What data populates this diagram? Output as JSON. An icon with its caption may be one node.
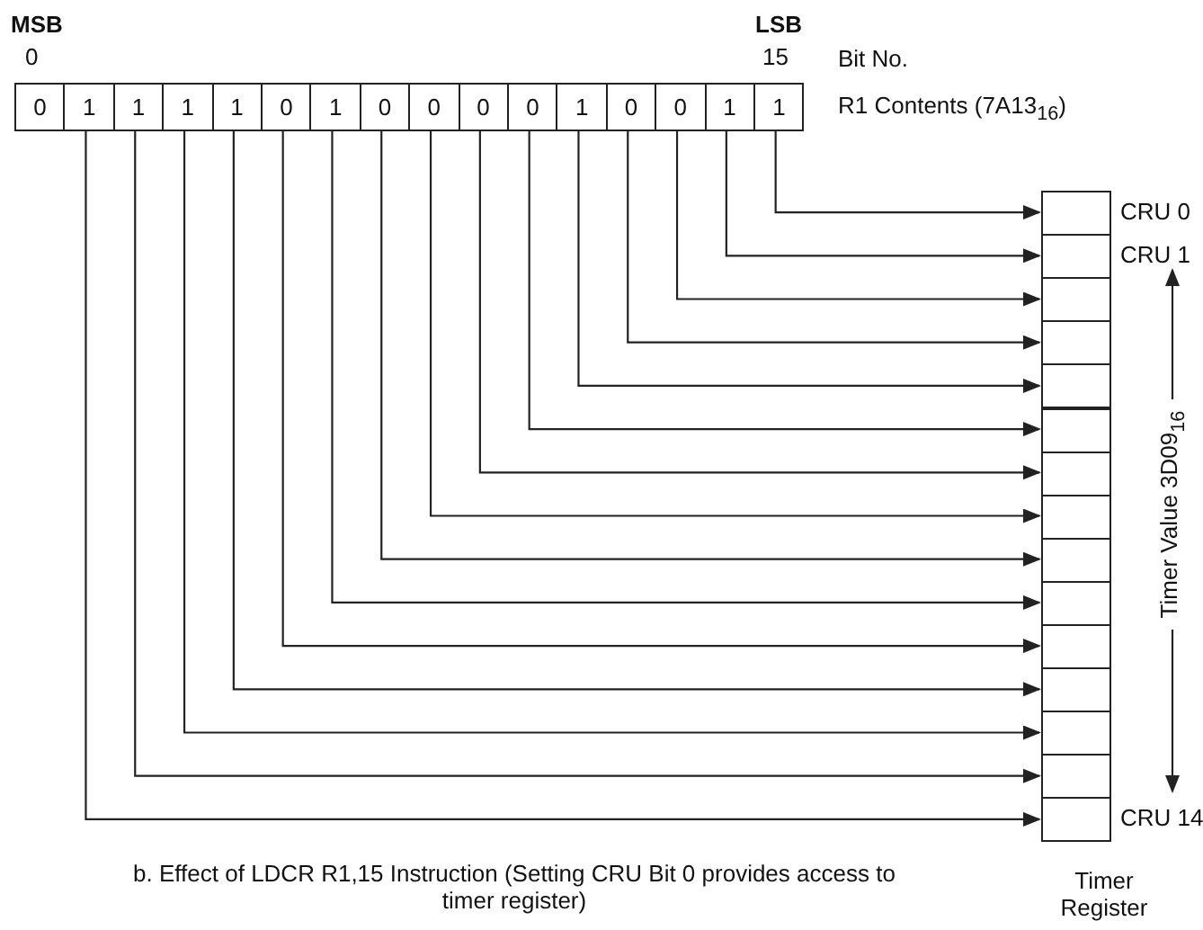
{
  "diagram": {
    "caption": "b. Effect of LDCR R1,15 Instruction (Setting CRU Bit 0 provides access to timer register)",
    "nodes": [
      {
        "text": [
          "0"
        ]
      },
      {
        "text": [
          "1"
        ]
      },
      {
        "text": [
          "1"
        ]
      },
      {
        "text": [
          "1"
        ]
      },
      {
        "text": [
          "1"
        ]
      },
      {
        "text": [
          "0"
        ]
      },
      {
        "text": [
          "1"
        ]
      },
      {
        "text": [
          "0"
        ]
      },
      {
        "text": [
          "0"
        ]
      },
      {
        "text": [
          "0"
        ]
      },
      {
        "text": [
          "0"
        ]
      },
      {
        "text": [
          "1"
        ]
      },
      {
        "text": [
          "0"
        ]
      },
      {
        "text": [
          "0"
        ]
      },
      {
        "text": [
          "1"
        ]
      },
      {
        "text": [
          "1"
        ]
      },
      {
        "text": [],
        "shape": "box",
        "beside": [
          "CRU 0"
        ]
      },
      {
        "text": [],
        "shape": "box",
        "beside": [
          "CRU 1"
        ]
      },
      {
        "text": [],
        "shape": "box"
      },
      {
        "text": [],
        "shape": "box"
      },
      {
        "text": [],
        "shape": "box"
      },
      {
        "text": [],
        "shape": "box"
      },
      {
        "text": [],
        "shape": "box"
      },
      {
        "text": [],
        "shape": "box"
      },
      {
        "text": [],
        "shape": "box"
      },
      {
        "text": [],
        "shape": "box"
      },
      {
        "text": [],
        "shape": "box"
      },
      {
        "text": [],
        "shape": "box"
      },
      {
        "text": [],
        "shape": "box"
      },
      {
        "text": [],
        "shape": "box"
      },
      {
        "text": [],
        "shape": "box",
        "beside": [
          "CRU 14"
        ]
      }
    ],
    "edges": [
      {
        "from": 15,
        "to": 16,
        "arrow": "to"
      },
      {
        "from": 14,
        "to": 17,
        "arrow": "to"
      },
      {
        "from": 13,
        "to": 18,
        "arrow": "to"
      },
      {
        "from": 12,
        "to": 19,
        "arrow": "to"
      },
      {
        "from": 11,
        "to": 20,
        "arrow": "to"
      },
      {
        "from": 10,
        "to": 21,
        "arrow": "to"
      },
      {
        "from": 9,
        "to": 22,
        "arrow": "to"
      },
      {
        "from": 8,
        "to": 23,
        "arrow": "to"
      },
      {
        "from": 7,
        "to": 24,
        "arrow": "to"
      },
      {
        "from": 6,
        "to": 25,
        "arrow": "to"
      },
      {
        "from": 5,
        "to": 26,
        "arrow": "to"
      },
      {
        "from": 4,
        "to": 27,
        "arrow": "to"
      },
      {
        "from": 3,
        "to": 28,
        "arrow": "to"
      },
      {
        "from": 2,
        "to": 29,
        "arrow": "to"
      },
      {
        "from": 1,
        "to": 30,
        "arrow": "to"
      }
    ],
    "labels": [
      "MSB",
      "LSB",
      "0",
      "15",
      "Bit No.",
      "R1 Contents (7A13$_{16}$)",
      "Timer Value 3D09$_{16}$",
      "Timer Register"
    ]
  }
}
